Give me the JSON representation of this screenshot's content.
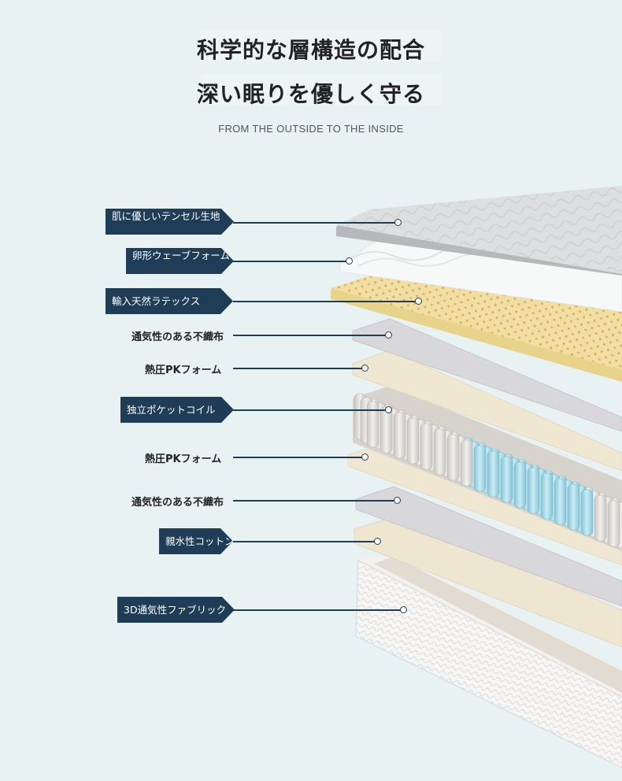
{
  "heading": {
    "line1": "科学的な層構造の配合",
    "line2": "深い眠りを優しく守る",
    "subtitle": "FROM THE OUTSIDE TO THE INSIDE"
  },
  "layers": [
    {
      "label": "肌に優しいテンセル生地",
      "style": "tag"
    },
    {
      "label": "卵形ウェーブフォーム",
      "style": "tag"
    },
    {
      "label": "輸入天然ラテックス",
      "style": "tag"
    },
    {
      "label": "通気性のある不織布",
      "style": "plain"
    },
    {
      "label": "熱圧PKフォーム",
      "style": "plain"
    },
    {
      "label": "独立ポケットコイル",
      "style": "tag"
    },
    {
      "label": "熱圧PKフォーム",
      "style": "plain"
    },
    {
      "label": "通気性のある不織布",
      "style": "plain"
    },
    {
      "label": "親水性コットン",
      "style": "tag"
    },
    {
      "label": "3D通気性ファブリック",
      "style": "tag"
    }
  ],
  "colors": {
    "background": "#e9f2f2",
    "tag": "#1f3d56",
    "latex": "#f0dfa0",
    "coil_blue": "#a9d8e6"
  }
}
